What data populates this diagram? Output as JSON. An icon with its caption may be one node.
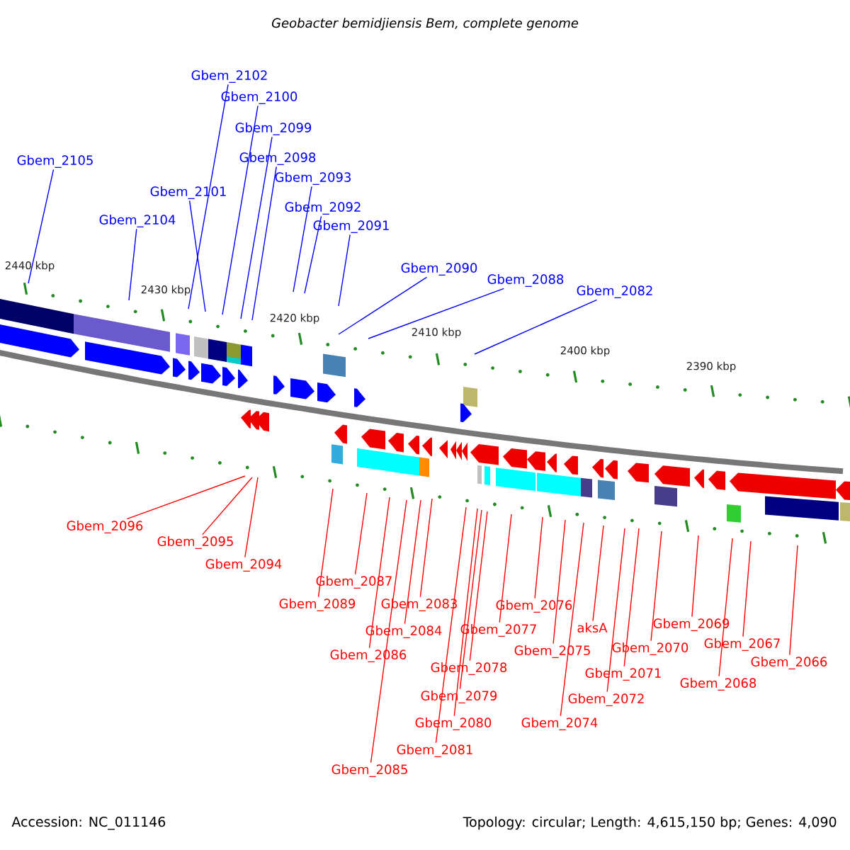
{
  "diagram": {
    "title": "Geobacter bemidjiensis Bem, complete genome",
    "nodes": [
      {
        "text": [
          "Gbem_2102"
        ]
      },
      {
        "text": [
          "Gbem_2100"
        ]
      },
      {
        "text": [
          "Gbem_2099"
        ]
      },
      {
        "text": [
          "Gbem_2098"
        ]
      },
      {
        "text": [
          "Gbem_2105"
        ]
      },
      {
        "text": [
          "Gbem_2093"
        ]
      },
      {
        "text": [
          "Gbem_2101"
        ]
      },
      {
        "text": [
          "Gbem_2092"
        ]
      },
      {
        "text": [
          "Gbem_2104"
        ]
      },
      {
        "text": [
          "Gbem_2091"
        ]
      },
      {
        "text": [
          "Gbem_2090"
        ]
      },
      {
        "text": [
          "Gbem_2088"
        ]
      },
      {
        "text": [
          "Gbem_2082"
        ]
      },
      {
        "text": [
          "Gbem_2096"
        ]
      },
      {
        "text": [
          "Gbem_2095"
        ]
      },
      {
        "text": [
          "Gbem_2094"
        ]
      },
      {
        "text": [
          "Gbem_2087"
        ]
      },
      {
        "text": [
          "Gbem_2089"
        ]
      },
      {
        "text": [
          "Gbem_2083"
        ]
      },
      {
        "text": [
          "Gbem_2076"
        ]
      },
      {
        "text": [
          "Gbem_2069"
        ]
      },
      {
        "text": [
          "aksA"
        ]
      },
      {
        "text": [
          "Gbem_2077"
        ]
      },
      {
        "text": [
          "Gbem_2084"
        ]
      },
      {
        "text": [
          "Gbem_2067"
        ]
      },
      {
        "text": [
          "Gbem_2070"
        ]
      },
      {
        "text": [
          "Gbem_2075"
        ]
      },
      {
        "text": [
          "Gbem_2086"
        ]
      },
      {
        "text": [
          "Gbem_2066"
        ]
      },
      {
        "text": [
          "Gbem_2078"
        ]
      },
      {
        "text": [
          "Gbem_2071"
        ]
      },
      {
        "text": [
          "Gbem_2068"
        ]
      },
      {
        "text": [
          "Gbem_2079"
        ]
      },
      {
        "text": [
          "Gbem_2072"
        ]
      },
      {
        "text": [
          "Gbem_2080"
        ]
      },
      {
        "text": [
          "Gbem_2074"
        ]
      },
      {
        "text": [
          "Gbem_2081"
        ]
      },
      {
        "text": [
          "Gbem_2085"
        ]
      }
    ],
    "edges": [
      {
        "from": 0,
        "to": null,
        "arrow": "none",
        "color": "#0000ff"
      },
      {
        "from": 1,
        "to": null,
        "arrow": "none",
        "color": "#0000ff"
      },
      {
        "from": 2,
        "to": null,
        "arrow": "none",
        "color": "#0000ff"
      },
      {
        "from": 3,
        "to": null,
        "arrow": "none",
        "color": "#0000ff"
      },
      {
        "from": 4,
        "to": null,
        "arrow": "none",
        "color": "#0000ff"
      },
      {
        "from": 5,
        "to": null,
        "arrow": "none",
        "color": "#0000ff"
      },
      {
        "from": 6,
        "to": null,
        "arrow": "none",
        "color": "#0000ff"
      },
      {
        "from": 7,
        "to": null,
        "arrow": "none",
        "color": "#0000ff"
      },
      {
        "from": 8,
        "to": null,
        "arrow": "none",
        "color": "#0000ff"
      },
      {
        "from": 9,
        "to": null,
        "arrow": "none",
        "color": "#0000ff"
      },
      {
        "from": 10,
        "to": null,
        "arrow": "none",
        "color": "#0000ff"
      },
      {
        "from": 11,
        "to": null,
        "arrow": "none",
        "color": "#0000ff"
      },
      {
        "from": 12,
        "to": null,
        "arrow": "none",
        "color": "#0000ff"
      },
      {
        "from": 13,
        "to": null,
        "arrow": "none"
      },
      {
        "from": 14,
        "to": null,
        "arrow": "none"
      },
      {
        "from": 15,
        "to": null,
        "arrow": "none"
      },
      {
        "from": 16,
        "to": null,
        "arrow": "none"
      },
      {
        "from": 17,
        "to": null,
        "arrow": "none"
      },
      {
        "from": 18,
        "to": null,
        "arrow": "none"
      },
      {
        "from": 19,
        "to": null,
        "arrow": "none"
      },
      {
        "from": 20,
        "to": null,
        "arrow": "none"
      },
      {
        "from": 21,
        "to": null,
        "arrow": "none"
      },
      {
        "from": 22,
        "to": null,
        "arrow": "none"
      },
      {
        "from": 23,
        "to": null,
        "arrow": "none"
      },
      {
        "from": 24,
        "to": null,
        "arrow": "none"
      },
      {
        "from": 25,
        "to": null,
        "arrow": "none"
      },
      {
        "from": 26,
        "to": null,
        "arrow": "none"
      },
      {
        "from": 27,
        "to": null,
        "arrow": "none"
      },
      {
        "from": 28,
        "to": null,
        "arrow": "none"
      },
      {
        "from": 29,
        "to": null,
        "arrow": "none"
      },
      {
        "from": 30,
        "to": null,
        "arrow": "none"
      },
      {
        "from": 31,
        "to": null,
        "arrow": "none"
      },
      {
        "from": 32,
        "to": null,
        "arrow": "none"
      },
      {
        "from": 33,
        "to": null,
        "arrow": "none"
      },
      {
        "from": 34,
        "to": null,
        "arrow": "none"
      },
      {
        "from": 35,
        "to": null,
        "arrow": "none"
      },
      {
        "from": 36,
        "to": null,
        "arrow": "none"
      },
      {
        "from": 37,
        "to": null,
        "arrow": "none"
      }
    ],
    "labels": [
      "2440 kbp",
      "2430 kbp",
      "2420 kbp",
      "2410 kbp",
      "2400 kbp",
      "2390 kbp",
      "Accession: NC_011146",
      "Topology: circular; Length: 4,615,150 bp; Genes: 4,090"
    ]
  }
}
